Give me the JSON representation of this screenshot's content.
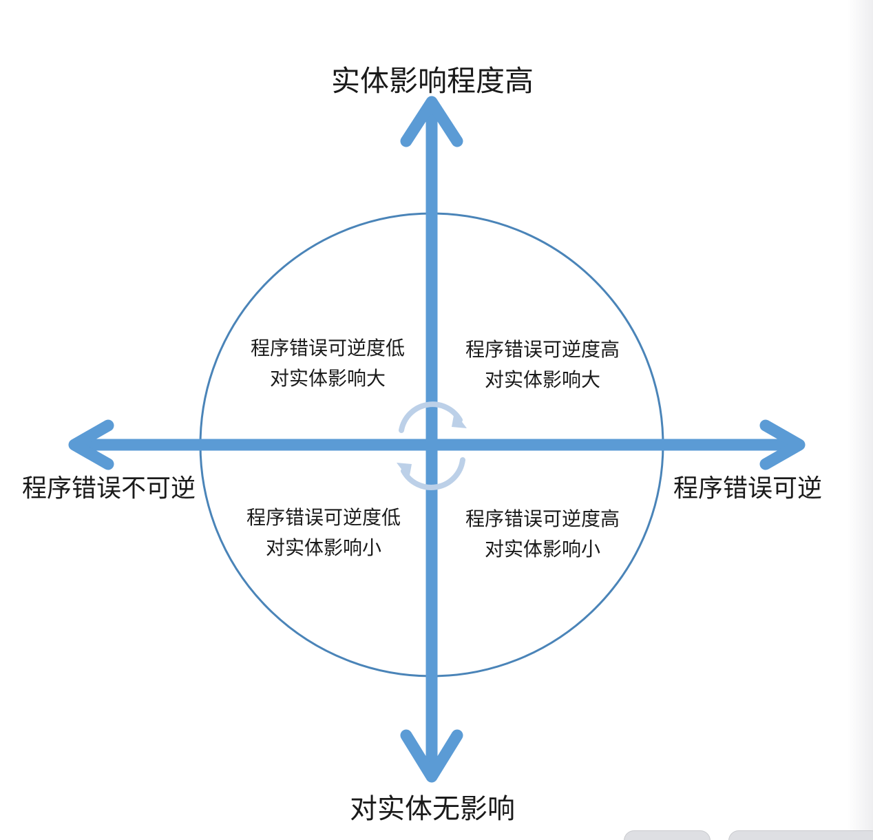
{
  "diagram": {
    "axes": {
      "top": "实体影响程度高",
      "bottom": "对实体无影响",
      "left": "程序错误不可逆",
      "right": "程序错误可逆"
    },
    "quadrants": {
      "top_left": {
        "line1": "程序错误可逆度低",
        "line2": "对实体影响大"
      },
      "top_right": {
        "line1": "程序错误可逆度高",
        "line2": "对实体影响大"
      },
      "bottom_left": {
        "line1": "程序错误可逆度低",
        "line2": "对实体影响小"
      },
      "bottom_right": {
        "line1": "程序错误可逆度高",
        "line2": "对实体影响小"
      }
    },
    "colors": {
      "axis": "#5b9bd5",
      "circle": "#4a84b8",
      "center_icon": "#bcd0e8",
      "text": "#1a1a1a"
    },
    "center_icon": "refresh-cycle-icon"
  }
}
